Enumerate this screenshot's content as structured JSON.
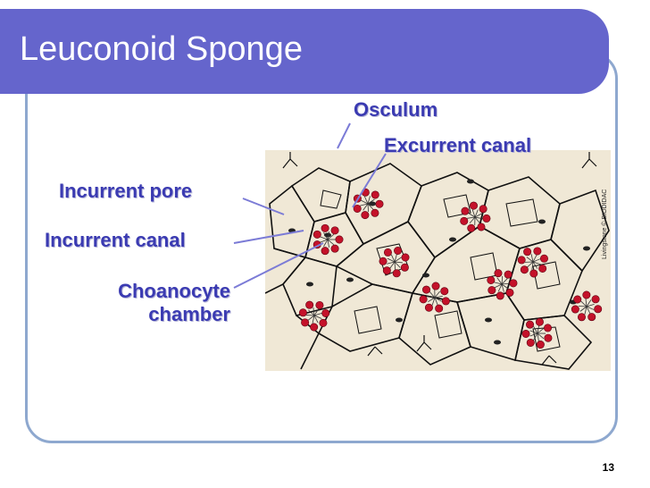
{
  "slide": {
    "title": "Leuconoid Sponge",
    "page_number": "13",
    "accent_color": "#6565cc",
    "label_color": "#3b3bb2",
    "frame_color": "#8ea8cf"
  },
  "diagram": {
    "labels": {
      "osculum": "Osculum",
      "excurrent_canal": "Excurrent canal",
      "incurrent_pore": "Incurrent pore",
      "incurrent_canal": "Incurrent canal",
      "choanocyte_line1": "Choanocyte",
      "choanocyte_line2": "chamber"
    },
    "credit": "Livingstone © BIODIDAC"
  }
}
